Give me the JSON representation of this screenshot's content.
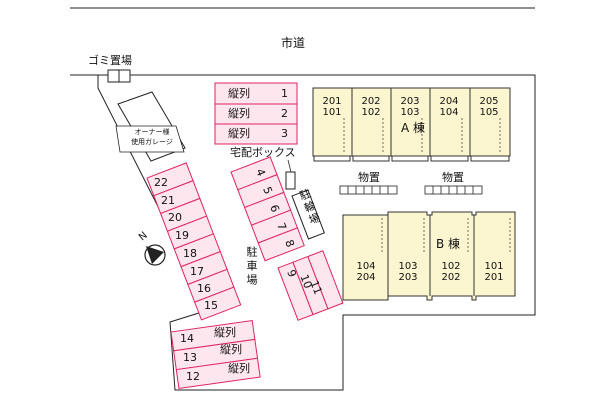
{
  "map": {
    "road_label": "市道",
    "trash_label": "ゴミ置場",
    "owner_garage_label": "オーナー様\n使用ガレージ",
    "takuhai_label": "宅配ボックス",
    "monooki_a": "物置",
    "monooki_b": "物置",
    "bike_parking_label": "駐輪場",
    "car_parking_label": "駐車場",
    "compass_label": "N",
    "building_a": {
      "label": "A 棟",
      "units": [
        {
          "upper": "201",
          "lower": "101"
        },
        {
          "upper": "202",
          "lower": "102"
        },
        {
          "upper": "203",
          "lower": "103"
        },
        {
          "upper": "204",
          "lower": "104"
        },
        {
          "upper": "205",
          "lower": "105"
        }
      ]
    },
    "building_b": {
      "label": "B 棟",
      "units": [
        {
          "upper": "104",
          "lower": "204"
        },
        {
          "upper": "103",
          "lower": "203"
        },
        {
          "upper": "102",
          "lower": "202"
        },
        {
          "upper": "101",
          "lower": "201"
        }
      ]
    },
    "parking_top": [
      {
        "text": "縦列",
        "num": "1"
      },
      {
        "text": "縦列",
        "num": "2"
      },
      {
        "text": "縦列",
        "num": "3"
      }
    ],
    "parking_bottom": [
      {
        "num": "14",
        "text": "縦列"
      },
      {
        "num": "13",
        "text": "縦列"
      },
      {
        "num": "12",
        "text": "縦列"
      }
    ],
    "parking_left": [
      "22",
      "21",
      "20",
      "19",
      "18",
      "17",
      "16",
      "15"
    ],
    "parking_diag": [
      "4",
      "5",
      "6",
      "7",
      "8"
    ],
    "parking_mid": [
      "9",
      "10",
      "11"
    ],
    "colors": {
      "parking_fill": "#fde6ee",
      "parking_stroke": "#e0245e",
      "building_fill": "#fbf6cf",
      "building_stroke": "#333333"
    }
  }
}
